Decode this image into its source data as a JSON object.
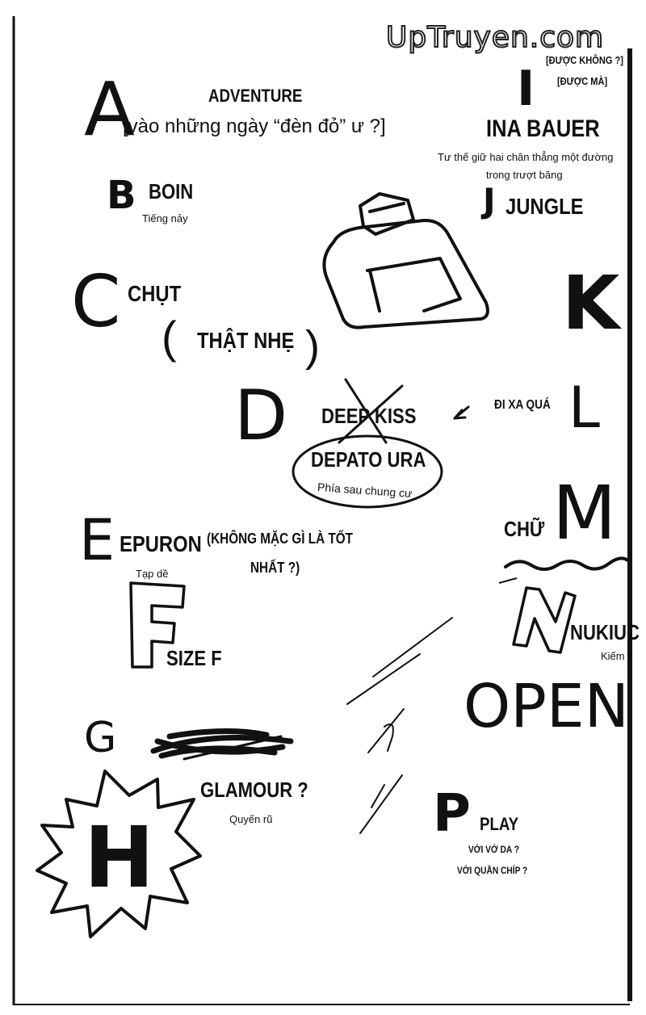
{
  "watermark": "UpTruyen.com",
  "a": {
    "letter": "A",
    "word": "ADVENTURE",
    "note": "[vào những ngày “đèn đỏ” ư ?]"
  },
  "b": {
    "letter": "B",
    "word": "BOIN",
    "note": "Tiếng nảy"
  },
  "c": {
    "letter": "C",
    "word": "CHỤT",
    "paren_open": "(",
    "note": "THẬT NHẸ",
    "paren_close": ")"
  },
  "d": {
    "letter": "D",
    "crossed": "DEEP KISS",
    "word": "DEPATO URA",
    "note": "Phía sau chung cư"
  },
  "e": {
    "letter": "E",
    "word": "EPURON",
    "note": "Tạp dề",
    "aside_1": "(KHÔNG MẶC GÌ LÀ TỐT",
    "aside_2": "NHẤT ?)"
  },
  "f": {
    "letter": "F",
    "word": "SIZE F"
  },
  "g": {
    "letter": "G",
    "word": "GLAMOUR ?",
    "note": "Quyến rũ"
  },
  "h": {
    "letter": "H"
  },
  "i": {
    "letter": "I",
    "aside_1": "[ĐƯỢC KHÔNG ?]",
    "aside_2": "[ĐƯỢC MÀ]",
    "word": "INA BAUER",
    "note_1": "Tư thế giữ hai chân thẳng một đường",
    "note_2": "trong trượt băng"
  },
  "j": {
    "letter": "J",
    "word": "JUNGLE"
  },
  "k": {
    "letter": "K"
  },
  "l": {
    "letter": "L",
    "word": "ĐI XA QUÁ"
  },
  "m": {
    "letter": "M",
    "word": "CHỮ"
  },
  "n": {
    "letter": "N",
    "word": "NUKIUC",
    "note": "Kiếm"
  },
  "o": {
    "word": "OPEN"
  },
  "p": {
    "letter": "P",
    "word": "PLAY",
    "note_1": "VỚI VỚ DA ?",
    "note_2": "VỚI QUẦN CHÍP ?"
  }
}
